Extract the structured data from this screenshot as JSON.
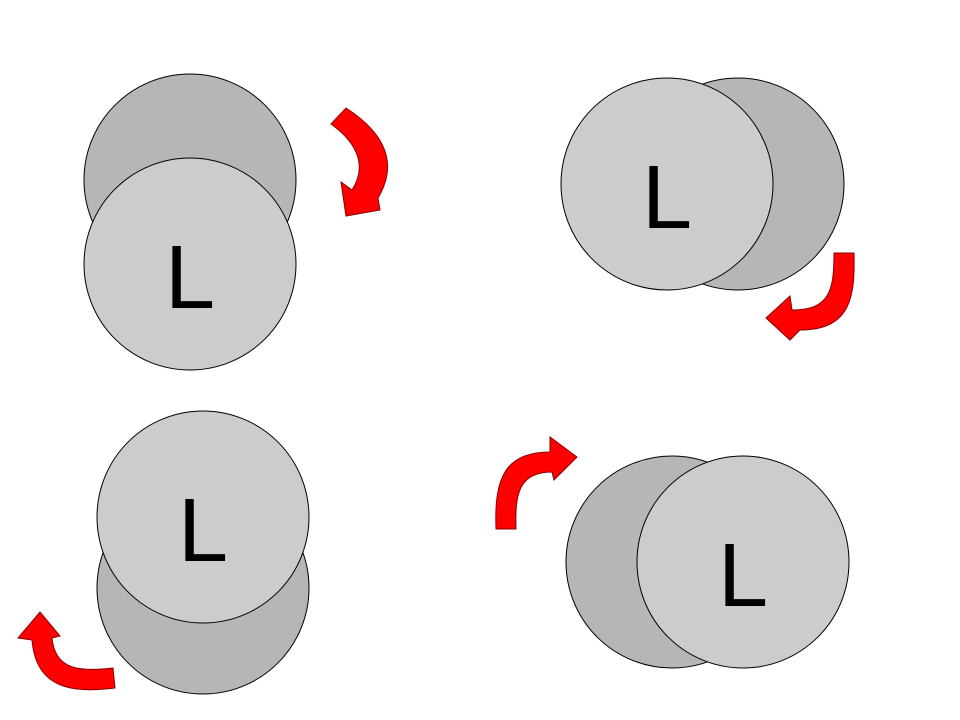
{
  "colors": {
    "background": "#ffffff",
    "back_circle": "#b6b6b6",
    "front_circle": "#cccccc",
    "outline": "#000000",
    "arrow": "#ff0000"
  },
  "panels": [
    {
      "label": "L",
      "arrow_icon": "curved-arrow-clockwise-down-icon"
    },
    {
      "label": "L",
      "arrow_icon": "curved-arrow-down-left-icon"
    },
    {
      "label": "L",
      "arrow_icon": "curved-arrow-right-up-icon"
    },
    {
      "label": "L",
      "arrow_icon": "curved-arrow-up-right-icon"
    }
  ]
}
